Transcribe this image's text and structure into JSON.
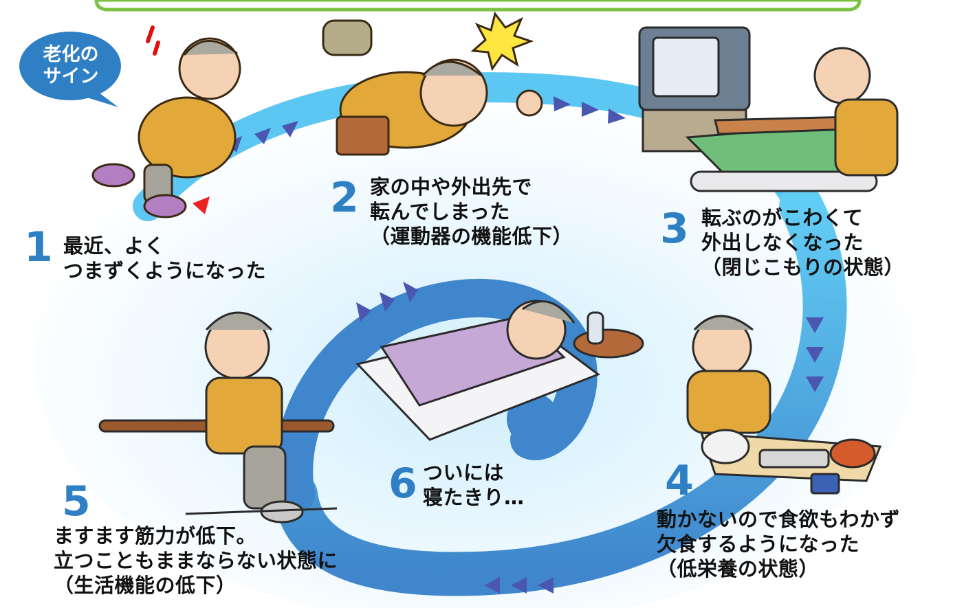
{
  "badge": {
    "label_line1": "老化の",
    "label_line2": "サイン"
  },
  "steps": [
    {
      "number": "1",
      "lines": [
        "最近、よく",
        "つまずくようになった"
      ]
    },
    {
      "number": "2",
      "lines": [
        "家の中や外出先で",
        "転んでしまった",
        "（運動器の機能低下）"
      ]
    },
    {
      "number": "3",
      "lines": [
        "転ぶのがこわくて",
        "外出しなくなった",
        "（閉じこもりの状態）"
      ]
    },
    {
      "number": "4",
      "lines": [
        "動かないので食欲もわかず",
        "欠食するようになった",
        "（低栄養の状態）"
      ]
    },
    {
      "number": "5",
      "lines": [
        "ますます筋力が低下。",
        "立つこともままならない状態に",
        "（生活機能の低下）"
      ]
    },
    {
      "number": "6",
      "lines": [
        "ついには",
        "寝たきり…"
      ]
    }
  ],
  "colors": {
    "spiral_outer": "#5cc7f2",
    "spiral_inner": "#3f86cc",
    "number": "#2f7fc4",
    "badge": "#2f7fc4",
    "arrow": "#4a56b0",
    "top_bar": "#7cc242"
  }
}
